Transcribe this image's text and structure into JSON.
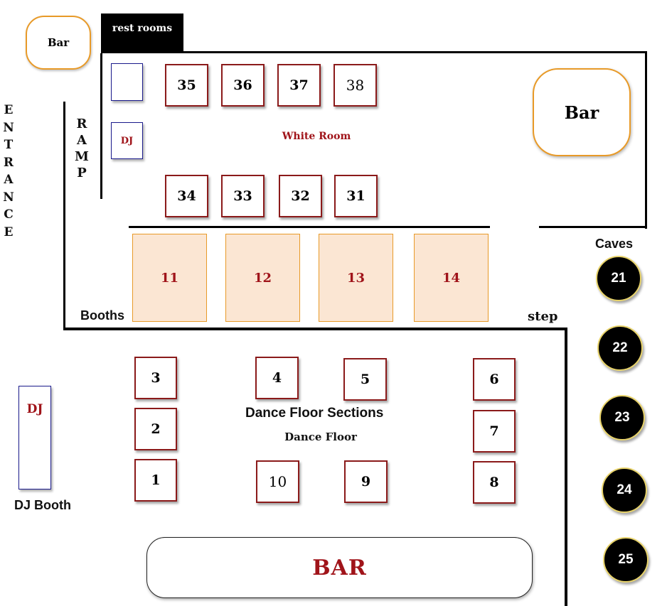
{
  "labels": {
    "rest_rooms": "rest rooms",
    "bar_small": "Bar",
    "bar_right": "Bar",
    "bar_bottom": "BAR",
    "white_room": "White Room",
    "dj_small": "DJ",
    "dj_booth_mark": "DJ",
    "dj_booth": "DJ Booth",
    "booths": "Booths",
    "step": "step",
    "caves": "Caves",
    "dance_floor_sections": "Dance Floor Sections",
    "dance_floor": "Dance Floor",
    "entrance": [
      "E",
      "N",
      "T",
      "R",
      "A",
      "N",
      "C",
      "E"
    ],
    "ramp": [
      "R",
      "A",
      "M",
      "P"
    ]
  },
  "white_room_tables": {
    "top": [
      "35",
      "36",
      "37",
      "38"
    ],
    "bottom": [
      "34",
      "33",
      "32",
      "31"
    ]
  },
  "booths": [
    "11",
    "12",
    "13",
    "14"
  ],
  "caves": [
    "21",
    "22",
    "23",
    "24",
    "25"
  ],
  "dance_floor_tables": {
    "left": [
      "3",
      "2",
      "1"
    ],
    "center_top": [
      "4",
      "5"
    ],
    "center_bottom": [
      "10",
      "9"
    ],
    "right": [
      "6",
      "7",
      "8"
    ]
  },
  "colors": {
    "wall": "#000000",
    "table_border": "#8b1a1a",
    "booth_fill": "#fbe6d3",
    "booth_border": "#e89a28",
    "bar_border": "#e89a28",
    "accent_text": "#a0141a",
    "dj_border": "#1a1a8b"
  }
}
